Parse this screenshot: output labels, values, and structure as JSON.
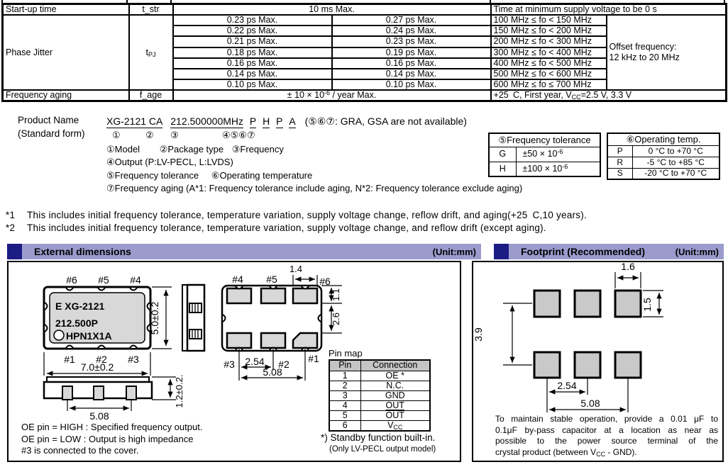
{
  "spec_table": {
    "startup": {
      "item": "Start-up time",
      "symbol": "t_str",
      "value": "10 ms Max.",
      "condition": "Time at minimum supply voltage to be 0 s"
    },
    "phase_jitter": {
      "item": "Phase Jitter",
      "symbol_base": "t",
      "symbol_sub": "PJ",
      "offset_line1": "Offset frequency:",
      "offset_line2": "12 kHz to 20 MHz",
      "rows": [
        {
          "value_a": "0.23 ps Max.",
          "value_b": "0.27 ps Max.",
          "range": "100 MHz ≤ fo < 150 MHz"
        },
        {
          "value_a": "0.22 ps Max.",
          "value_b": "0.24 ps Max.",
          "range": "150 MHz ≤ fo < 200 MHz"
        },
        {
          "value_a": "0.21 ps Max.",
          "value_b": "0.23 ps Max.",
          "range": "200 MHz ≤ fo < 300 MHz"
        },
        {
          "value_a": "0.18 ps Max.",
          "value_b": "0.19 ps Max.",
          "range": "300 MHz ≤ fo < 400 MHz"
        },
        {
          "value_a": "0.16 ps Max.",
          "value_b": "0.16 ps Max.",
          "range": "400 MHz ≤ fo < 500 MHz"
        },
        {
          "value_a": "0.14 ps Max.",
          "value_b": "0.14 ps Max.",
          "range": "500 MHz ≤ fo < 600 MHz"
        },
        {
          "value_a": "0.10 ps Max.",
          "value_b": "0.10 ps Max.",
          "range": "600 MHz ≤ fo ≤ 700 MHz"
        }
      ]
    },
    "aging": {
      "item": "Frequency aging",
      "symbol": "f_age",
      "value_pre": "± 10 × 10",
      "value_sup": "-6",
      "value_post": " / year Max.",
      "condition_pre": "+25 C, First year, V",
      "condition_sub": "CC",
      "condition_post": "=2.5 V, 3.3 V"
    }
  },
  "product_name": {
    "label1": "Product Name",
    "label2": "(Standard form)",
    "seg1": "XG-2121 CA",
    "seg2": "212.500000MHz",
    "seg3": "P",
    "seg4": "H",
    "seg5": "P",
    "seg6": "A",
    "note": "(⑤⑥⑦: GRA, GSA are not available)",
    "m1": "①",
    "m2": "②",
    "m3": "③",
    "m4": "④⑤⑥⑦",
    "legend1a": "①Model",
    "legend1b": "②Package type",
    "legend1c": "③Frequency",
    "legend2": "④Output (P:LV-PECL, L:LVDS)",
    "legend3a": "⑤Frequency tolerance",
    "legend3b": "⑥Operating temperature",
    "legend4": "⑦Frequency aging (A*1: Frequency tolerance include aging, N*2: Frequency tolerance exclude aging)"
  },
  "tolerance_table": {
    "header": "⑤Frequency tolerance",
    "rows": [
      {
        "code": "G",
        "value_pre": "±50 × 10",
        "value_sup": "-6"
      },
      {
        "code": "H",
        "value_pre": "±100 × 10",
        "value_sup": "-6"
      }
    ]
  },
  "temp_table": {
    "header": "⑥Operating temp.",
    "rows": [
      {
        "code": "P",
        "value": "0 °C to +70 °C"
      },
      {
        "code": "R",
        "value": "-5 °C to +85 °C"
      },
      {
        "code": "S",
        "value": "-20 °C to +70 °C"
      }
    ]
  },
  "footnotes": {
    "n1_marker": "*1",
    "n1_text": "This includes initial frequency tolerance, temperature variation, supply voltage change, reflow drift, and aging(+25 C,10 years).",
    "n2_marker": "*2",
    "n2_text": "This includes initial frequency tolerance, temperature variation, supply voltage change, and reflow drift (except aging)."
  },
  "sections": {
    "external_title": "External dimensions",
    "external_unit": "(Unit:mm)",
    "footprint_title": "Footprint (Recommended)",
    "footprint_unit": "(Unit:mm)"
  },
  "external": {
    "top_view": {
      "mark1": "E XG-2121",
      "mark2": "212.500P",
      "mark3": "HPN1X1A",
      "pin_t1": "#6",
      "pin_t2": "#5",
      "pin_t3": "#4",
      "pin_b1": "#1",
      "pin_b2": "#2",
      "pin_b3": "#3",
      "dim_w": "7.0±0.2",
      "dim_h": "5.0±0.2"
    },
    "bottom_view": {
      "pin_t1": "#4",
      "pin_t2": "#5",
      "pin_t3": "#6",
      "pin_b1": "#3",
      "pin_b2": "#2",
      "pin_b3": "#1",
      "dim_pad": "1.4",
      "dim_edge": "1.1",
      "dim_mid": "2.6",
      "dim_pitch": "2.54",
      "dim_span": "5.08"
    },
    "profile": {
      "dim_span": "5.08",
      "dim_h": "1.2±0.2."
    },
    "note1": "OE pin = HIGH : Specified frequency output.",
    "note2": "OE pin = LOW : Output is high impedance",
    "note3": "#3 is connected to the cover.",
    "pin_map": {
      "title": "Pin map",
      "h1": "Pin",
      "h2": "Connection",
      "rows": [
        {
          "pin": "1",
          "conn": "OE *"
        },
        {
          "pin": "2",
          "conn": "N.C."
        },
        {
          "pin": "3",
          "conn": "GND"
        },
        {
          "pin": "4",
          "conn": "OUT"
        },
        {
          "pin": "5",
          "conn": "OUT"
        },
        {
          "pin": "6",
          "conn_pre": "V",
          "conn_sub": "CC"
        }
      ],
      "foot1": "*) Standby function built-in.",
      "foot2": "(Only LV-PECL output model)"
    }
  },
  "footprint": {
    "dim_pad_w": "1.6",
    "dim_pad_h": "1.5",
    "dim_v": "3.9",
    "dim_pitch": "2.54",
    "dim_span": "5.08",
    "note_l1": "To maintain stable operation, provide a 0.01 μF to",
    "note_l2": "0.1μF by-pass capacitor at a location as near as",
    "note_l3": "possible to the power source terminal of the",
    "note_l4_pre": "crystal product (between V",
    "note_l4_sub": "CC",
    "note_l4_post": " - GND)."
  }
}
